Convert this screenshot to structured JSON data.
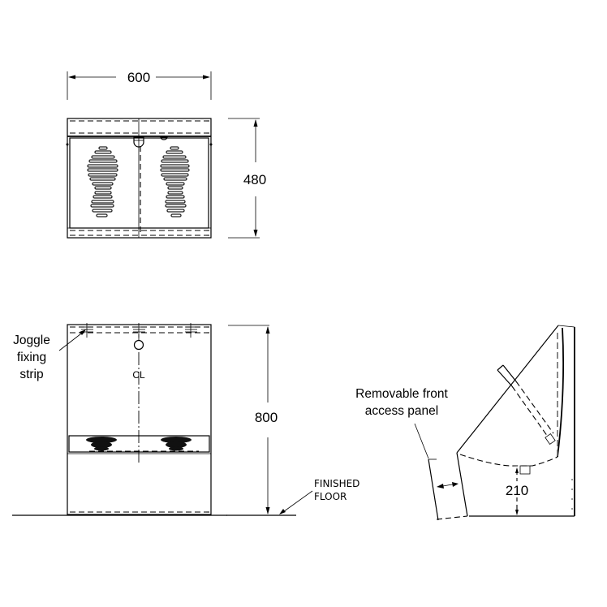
{
  "drawing": {
    "views": {
      "plan": {
        "width_dim": "600",
        "depth_dim": "480",
        "tread_slots_per_foot": 16
      },
      "front_elevation": {
        "height_dim": "800",
        "centerline_symbol": "CL",
        "joggle_label_lines": [
          "Joggle",
          "fixing",
          "strip"
        ],
        "floor_label_lines": [
          "FINISHED",
          "FLOOR"
        ]
      },
      "side_elevation": {
        "panel_label_lines": [
          "Removable front",
          "access panel"
        ],
        "outlet_height_dim": "210"
      }
    },
    "colors": {
      "line": "#000000",
      "hidden_line": "#555555",
      "background": "#ffffff"
    }
  }
}
